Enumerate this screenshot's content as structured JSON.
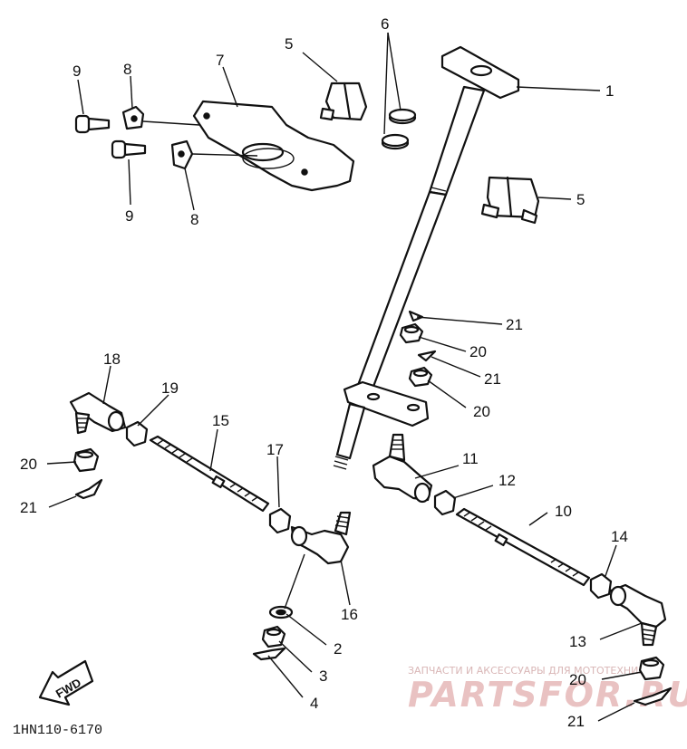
{
  "diagram": {
    "doc_code": "1HN110-6170",
    "fwd_label": "FWD",
    "watermark": {
      "tagline": "ЗАПЧАСТИ И АКСЕССУАРЫ ДЛЯ МОТОТЕХНИКИ",
      "brand": "PARTSFOR.RU"
    },
    "callouts": {
      "c1": "1",
      "c2": "2",
      "c3": "3",
      "c4": "4",
      "c5a": "5",
      "c5b": "5",
      "c6": "6",
      "c7": "7",
      "c8a": "8",
      "c8b": "8",
      "c9a": "9",
      "c9b": "9",
      "c10": "10",
      "c11": "11",
      "c12": "12",
      "c13": "13",
      "c14": "14",
      "c15": "15",
      "c16": "16",
      "c17": "17",
      "c18": "18",
      "c19": "19",
      "c20a": "20",
      "c20b": "20",
      "c20c": "20",
      "c20d": "20",
      "c21a": "21",
      "c21b": "21",
      "c21c": "21",
      "c21d": "21"
    }
  }
}
